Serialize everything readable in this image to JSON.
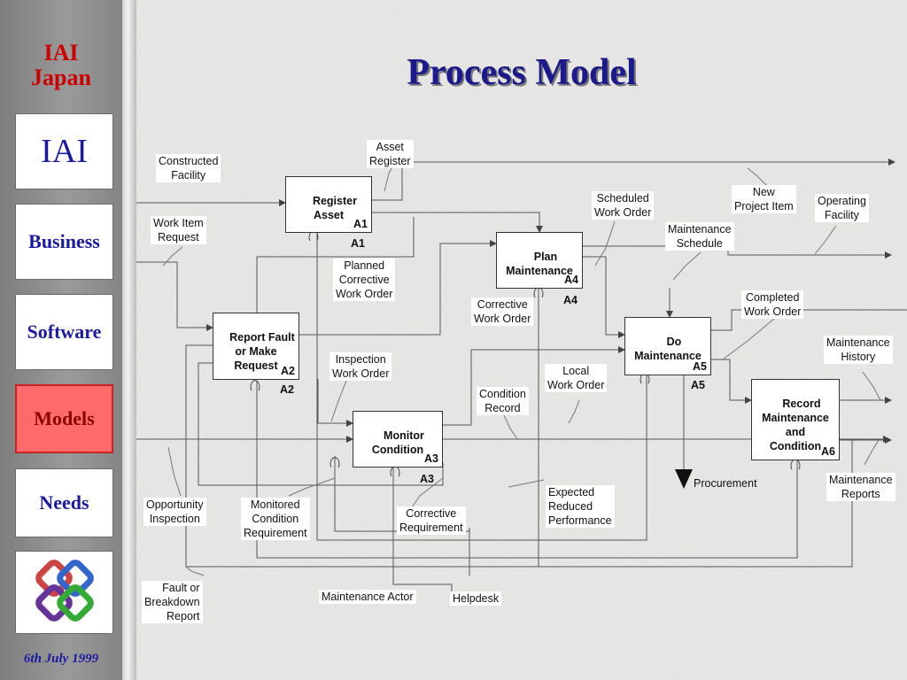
{
  "sidebar": {
    "brand_line1": "IAI",
    "brand_line2": "Japan",
    "nav": [
      "IAI",
      "Business",
      "Software",
      "Models",
      "Needs"
    ],
    "active": "Models",
    "logo_icon": "interlocked-chain-logo-icon",
    "date": "6th July 1999"
  },
  "title": "Process Model",
  "colors": {
    "title": "#1a1a8c",
    "nav_text": "#1a1aa0",
    "active_nav": "#ff6b6b",
    "brand": "#cc0000"
  },
  "activities": [
    {
      "id": "a1",
      "label": "Register\nAsset",
      "code": "A1"
    },
    {
      "id": "a2",
      "label": "Report Fault\nor Make\nRequest",
      "code": "A2"
    },
    {
      "id": "a3",
      "label": "Monitor\nCondition",
      "code": "A3"
    },
    {
      "id": "a4",
      "label": "Plan\nMaintenance",
      "code": "A4"
    },
    {
      "id": "a5",
      "label": "Do\nMaintenance",
      "code": "A5"
    },
    {
      "id": "a6",
      "label": "Record\nMaintenance\nand\nCondition",
      "code": "A6"
    }
  ],
  "flow_labels": {
    "asset_register": "Asset\nRegister",
    "constructed_facility": "Constructed\nFacility",
    "work_item_request": "Work Item\nRequest",
    "planned_corrective_work_order": "Planned\nCorrective\nWork Order",
    "scheduled_work_order": "Scheduled\nWork Order",
    "new_project_item": "New\nProject Item",
    "operating_facility": "Operating\nFacility",
    "maintenance_schedule": "Maintenance\nSchedule",
    "corrective_work_order": "Corrective\nWork Order",
    "completed_work_order": "Completed\nWork Order",
    "inspection_work_order": "Inspection\nWork Order",
    "local_work_order": "Local\nWork Order",
    "maintenance_history": "Maintenance\nHistory",
    "condition_record": "Condition\nRecord",
    "procurement": "Procurement",
    "maintenance_reports": "Maintenance\nReports",
    "opportunity_inspection": "Opportunity\nInspection",
    "monitored_condition_requirement": "Monitored\nCondition\nRequirement",
    "corrective_requirement": "Corrective\nRequirement",
    "expected_reduced_performance": "Expected\nReduced\nPerformance",
    "fault_or_breakdown_report": "Fault or\nBreakdown\nReport",
    "maintenance_actor": "Maintenance Actor",
    "helpdesk": "Helpdesk"
  }
}
